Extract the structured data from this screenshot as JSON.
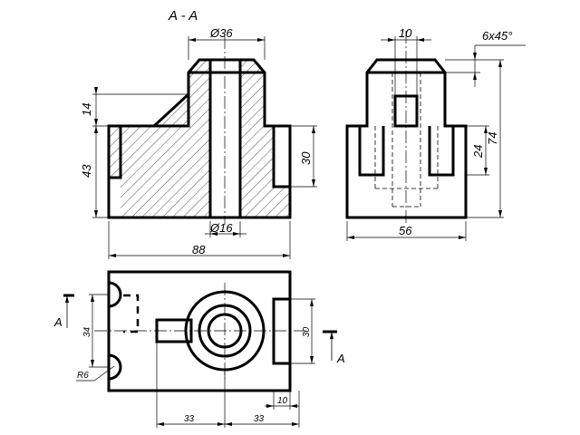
{
  "title": "A - A",
  "dimensions": {
    "dia36": "Ø36",
    "dia16": "Ø16",
    "d14": "14",
    "d43": "43",
    "d30_front": "30",
    "d88": "88",
    "d10_top": "10",
    "chamfer": "6x45°",
    "d24": "24",
    "d74": "74",
    "d56": "56",
    "d34": "34",
    "d30_plan": "30",
    "r6": "R6",
    "d10_plan": "10",
    "d33_left": "33",
    "d33_right": "33"
  },
  "section_marks": {
    "left": "A",
    "right": "A"
  }
}
